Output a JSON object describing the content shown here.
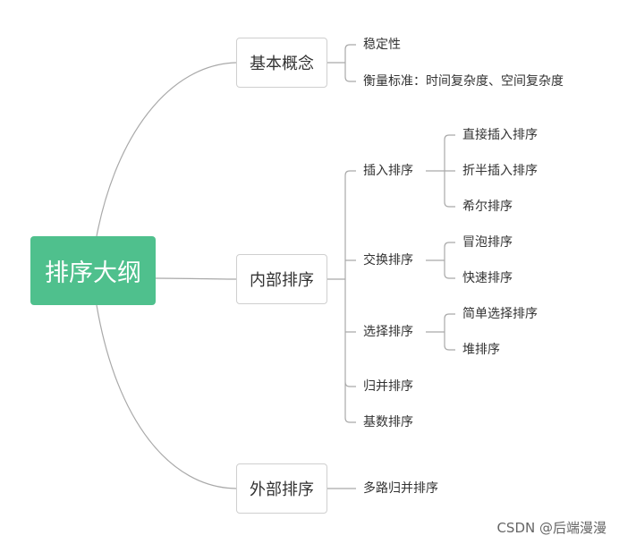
{
  "root": {
    "label": "排序大纲"
  },
  "branches": {
    "basic": {
      "label": "基本概念",
      "children": [
        "稳定性",
        "衡量标准：时间复杂度、空间复杂度"
      ]
    },
    "internal": {
      "label": "内部排序",
      "groups": {
        "insertion": {
          "label": "插入排序",
          "children": [
            "直接插入排序",
            "折半插入排序",
            "希尔排序"
          ]
        },
        "exchange": {
          "label": "交换排序",
          "children": [
            "冒泡排序",
            "快速排序"
          ]
        },
        "selection": {
          "label": "选择排序",
          "children": [
            "简单选择排序",
            "堆排序"
          ]
        },
        "merge": {
          "label": "归并排序"
        },
        "radix": {
          "label": "基数排序"
        }
      }
    },
    "external": {
      "label": "外部排序",
      "children": [
        "多路归并排序"
      ]
    }
  },
  "watermark": "CSDN @后端漫漫",
  "colors": {
    "root_fill": "#4fc08d",
    "line": "#a9a9a9",
    "node_border": "#cfcfcf"
  }
}
